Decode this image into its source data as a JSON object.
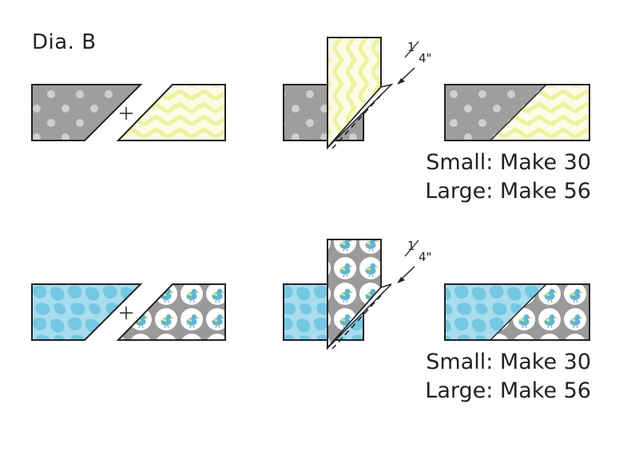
{
  "title": "Dia. B",
  "seam_allowance": {
    "numerator": "1",
    "denominator": "4\""
  },
  "plus_symbol": "+",
  "rows": [
    {
      "id": "gray-dots-yellow-chevron",
      "fabric_left": "gray-polka-dot",
      "fabric_right": "yellow-chevron",
      "counts": [
        "Small: Make 30",
        "Large: Make 56"
      ]
    },
    {
      "id": "blue-giraffe-bird-print",
      "fabric_left": "blue-giraffe-print",
      "fabric_right": "gray-bird-circle-print",
      "counts": [
        "Small: Make 30",
        "Large: Make 56"
      ]
    }
  ],
  "colors": {
    "gray_fabric": "#9e9e9e",
    "gray_dot": "#cfcfcf",
    "yellow_ground": "#fbfbe9",
    "yellow_chevron": "#eef39a",
    "blue_ground": "#a9dcec",
    "blue_spot": "#73c8e3",
    "bird_ground": "#9a9a9a",
    "outline": "#222222"
  }
}
